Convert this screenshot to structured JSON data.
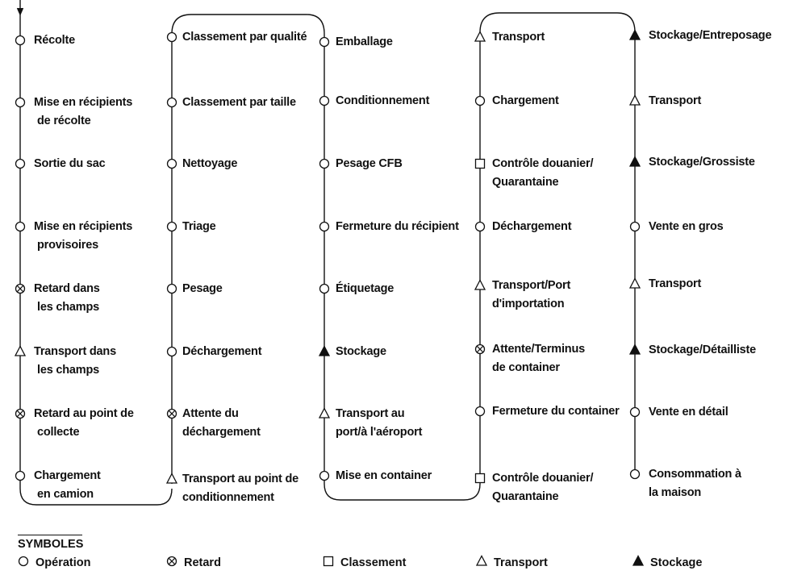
{
  "symbol_icons": {
    "operation": "circle-icon",
    "delay": "circle-cross-icon",
    "inspection": "square-icon",
    "transport": "triangle-outline-icon",
    "storage": "triangle-filled-icon"
  },
  "columns": [
    {
      "steps": [
        {
          "symbol": "operation",
          "lines": [
            "Récolte"
          ]
        },
        {
          "symbol": "operation",
          "lines": [
            "Mise en récipients",
            "de récolte"
          ]
        },
        {
          "symbol": "operation",
          "lines": [
            "Sortie  du sac"
          ]
        },
        {
          "symbol": "operation",
          "lines": [
            "Mise en récipients",
            "provisoires"
          ]
        },
        {
          "symbol": "delay",
          "lines": [
            "Retard dans",
            "les champs"
          ]
        },
        {
          "symbol": "transport",
          "lines": [
            "Transport dans",
            "les champs"
          ]
        },
        {
          "symbol": "delay",
          "lines": [
            "Retard au point de",
            "collecte"
          ]
        },
        {
          "symbol": "operation",
          "lines": [
            "Chargement",
            "en camion"
          ]
        }
      ]
    },
    {
      "steps": [
        {
          "symbol": "operation",
          "lines": [
            "Classement par qualité"
          ]
        },
        {
          "symbol": "operation",
          "lines": [
            "Classement par taille"
          ]
        },
        {
          "symbol": "operation",
          "lines": [
            "Nettoyage"
          ]
        },
        {
          "symbol": "operation",
          "lines": [
            "Triage"
          ]
        },
        {
          "symbol": "operation",
          "lines": [
            "Pesage"
          ]
        },
        {
          "symbol": "operation",
          "lines": [
            "Déchargement"
          ]
        },
        {
          "symbol": "delay",
          "lines": [
            "Attente du",
            "déchargement"
          ]
        },
        {
          "symbol": "transport",
          "lines": [
            "Transport au point de",
            "conditionnement"
          ]
        }
      ]
    },
    {
      "steps": [
        {
          "symbol": "operation",
          "lines": [
            "Emballage"
          ]
        },
        {
          "symbol": "operation",
          "lines": [
            "Conditionnement"
          ]
        },
        {
          "symbol": "operation",
          "lines": [
            "Pesage CFB"
          ]
        },
        {
          "symbol": "operation",
          "lines": [
            "Fermeture du récipient"
          ]
        },
        {
          "symbol": "operation",
          "lines": [
            "Étiquetage"
          ]
        },
        {
          "symbol": "storage",
          "lines": [
            "Stockage"
          ]
        },
        {
          "symbol": "transport",
          "lines": [
            "Transport au",
            "port/à l'aéroport"
          ]
        },
        {
          "symbol": "operation",
          "lines": [
            "Mise en  container"
          ]
        }
      ]
    },
    {
      "steps": [
        {
          "symbol": "transport",
          "lines": [
            "Transport"
          ]
        },
        {
          "symbol": "operation",
          "lines": [
            "Chargement"
          ]
        },
        {
          "symbol": "inspection",
          "lines": [
            "Contrôle douanier/",
            "Quarantaine"
          ]
        },
        {
          "symbol": "operation",
          "lines": [
            "Déchargement"
          ]
        },
        {
          "symbol": "transport",
          "lines": [
            "Transport/Port",
            "d'importation"
          ]
        },
        {
          "symbol": "delay",
          "lines": [
            "Attente/Terminus",
            "de container"
          ]
        },
        {
          "symbol": "operation",
          "lines": [
            "Fermeture du container"
          ]
        },
        {
          "symbol": "inspection",
          "lines": [
            "Contrôle douanier/",
            "Quarantaine"
          ]
        }
      ]
    },
    {
      "steps": [
        {
          "symbol": "storage",
          "lines": [
            "Stockage/Entreposage"
          ]
        },
        {
          "symbol": "transport",
          "lines": [
            "Transport"
          ]
        },
        {
          "symbol": "storage",
          "lines": [
            "Stockage/Grossiste"
          ]
        },
        {
          "symbol": "operation",
          "lines": [
            "Vente en gros"
          ]
        },
        {
          "symbol": "transport",
          "lines": [
            "Transport"
          ]
        },
        {
          "symbol": "storage",
          "lines": [
            "Stockage/Détailliste"
          ]
        },
        {
          "symbol": "operation",
          "lines": [
            "Vente en détail"
          ]
        },
        {
          "symbol": "operation",
          "lines": [
            "Consommation à",
            "la maison"
          ]
        }
      ]
    }
  ],
  "legend": {
    "title": "SYMBOLES",
    "items": [
      {
        "symbol": "operation",
        "label": "Opération"
      },
      {
        "symbol": "delay",
        "label": "Retard"
      },
      {
        "symbol": "inspection",
        "label": "Classement"
      },
      {
        "symbol": "transport",
        "label": "Transport"
      },
      {
        "symbol": "storage",
        "label": "Stockage"
      }
    ]
  }
}
